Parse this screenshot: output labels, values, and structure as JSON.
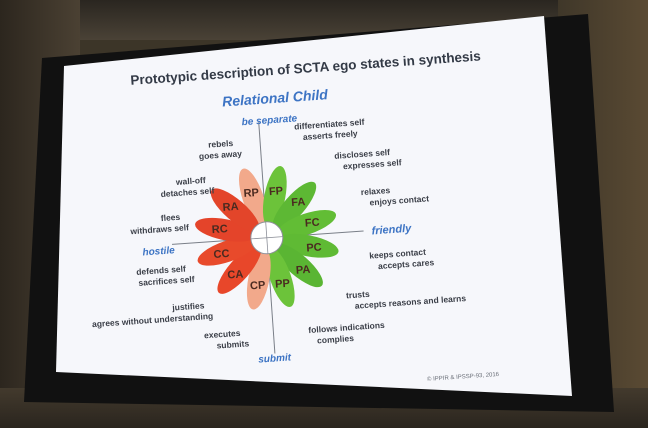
{
  "slide": {
    "title": "Prototypic description of SCTA ego states in synthesis",
    "heading": "Relational Child",
    "axis": {
      "top": "be separate",
      "bottom": "submit",
      "left": "hostile",
      "right": "friendly"
    },
    "copyright": "© IPPIR & IPSSP-93, 2016"
  },
  "petals": [
    {
      "code": "RP",
      "color": "#f2a98b",
      "label_lines": [
        "rebels",
        "goes away"
      ]
    },
    {
      "code": "FP",
      "color": "#6cc33a",
      "label_lines": [
        "differentiates self",
        "asserts freely"
      ]
    },
    {
      "code": "FA",
      "color": "#5db834",
      "label_lines": [
        "discloses self",
        "expresses self"
      ]
    },
    {
      "code": "FC",
      "color": "#62bd35",
      "label_lines": [
        "relaxes",
        "enjoys contact"
      ]
    },
    {
      "code": "PC",
      "color": "#5fba34",
      "label_lines": [
        "keeps contact",
        "accepts cares"
      ]
    },
    {
      "code": "PA",
      "color": "#5ab533",
      "label_lines": [
        "trusts",
        "accepts reasons and learns"
      ]
    },
    {
      "code": "PP",
      "color": "#6cc33a",
      "label_lines": [
        "follows indications",
        "complies"
      ]
    },
    {
      "code": "CP",
      "color": "#f2a98b",
      "label_lines": [
        "executes",
        "submits"
      ]
    },
    {
      "code": "CA",
      "color": "#e8472a",
      "label_lines": [
        "justifies",
        "agrees without understanding"
      ]
    },
    {
      "code": "CC",
      "color": "#e84a2b",
      "label_lines": [
        "defends self",
        "sacrifices self"
      ]
    },
    {
      "code": "RC",
      "color": "#e4442a",
      "label_lines": [
        "flees",
        "withdraws self"
      ]
    },
    {
      "code": "RA",
      "color": "#e3452a",
      "label_lines": [
        "wall-off",
        "detaches self"
      ]
    }
  ]
}
